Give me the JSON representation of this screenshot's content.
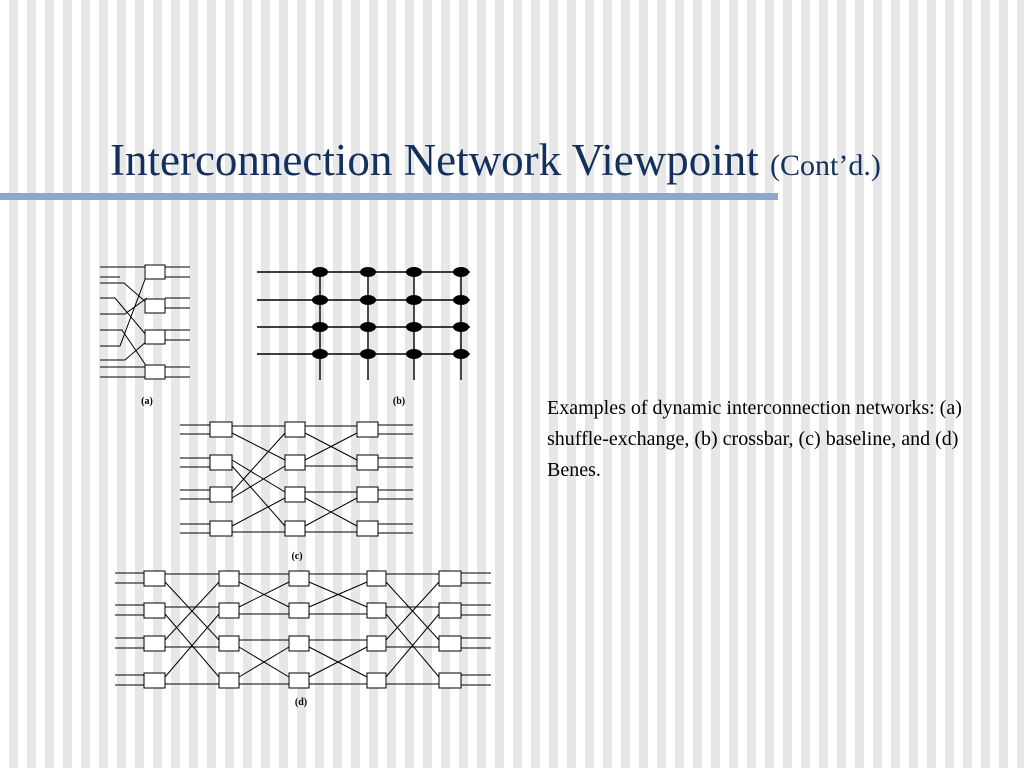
{
  "slide": {
    "title": "Interconnection Network Viewpoint",
    "title_suffix": "(Cont’d.)",
    "caption": "Examples of dynamic interconnection networks: (a) shuffle-exchange, (b) crossbar, (c) baseline, and (d) Benes."
  },
  "figure": {
    "labels": {
      "a": "(a)",
      "b": "(b)",
      "c": "(c)",
      "d": "(d)"
    }
  }
}
